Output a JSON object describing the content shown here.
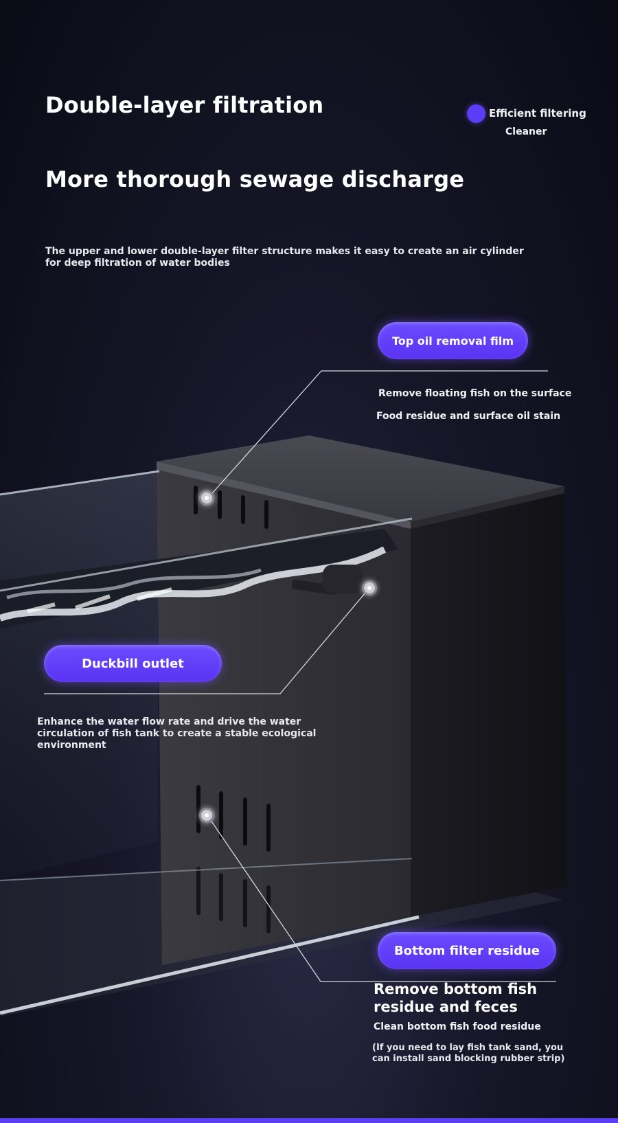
{
  "header": {
    "title1": "Double-layer filtration",
    "title2": "More thorough sewage discharge",
    "badge_label": "Efficient filtering",
    "badge_sub": "Cleaner",
    "intro": "The upper and lower double-layer filter structure makes it easy to create an air cylinder for deep filtration of water bodies"
  },
  "callouts": {
    "top": {
      "label": "Top oil removal film",
      "line1": "Remove floating fish on the surface",
      "line2": "Food residue and surface oil stain"
    },
    "duckbill": {
      "label": "Duckbill outlet",
      "desc": "Enhance the water flow rate and drive the water circulation of fish tank to create a stable ecological environment"
    },
    "bottom": {
      "label": "Bottom filter residue",
      "heading": "Remove bottom fish residue and feces",
      "line1": "Clean bottom fish food residue",
      "note": "(If you need to lay fish tank sand, you can install sand blocking rubber strip)"
    }
  },
  "colors": {
    "accent": "#5b3df5",
    "background": "#121222",
    "text": "#ffffff"
  }
}
